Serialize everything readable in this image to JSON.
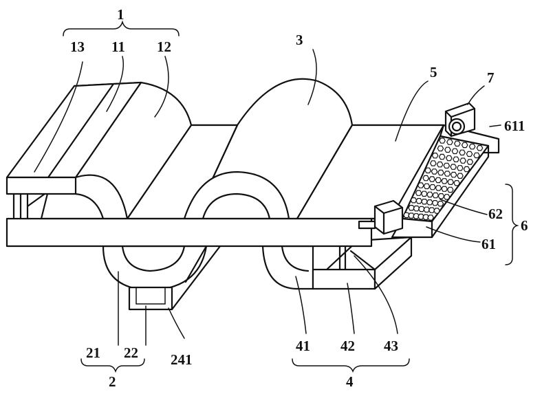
{
  "labels": {
    "l1": "1",
    "l13": "13",
    "l11": "11",
    "l12": "12",
    "l3": "3",
    "l5": "5",
    "l7": "7",
    "l611": "611",
    "l62": "62",
    "l6": "6",
    "l61": "61",
    "l21": "21",
    "l22": "22",
    "l241": "241",
    "l2": "2",
    "l41": "41",
    "l42": "42",
    "l43": "43",
    "l4": "4"
  }
}
